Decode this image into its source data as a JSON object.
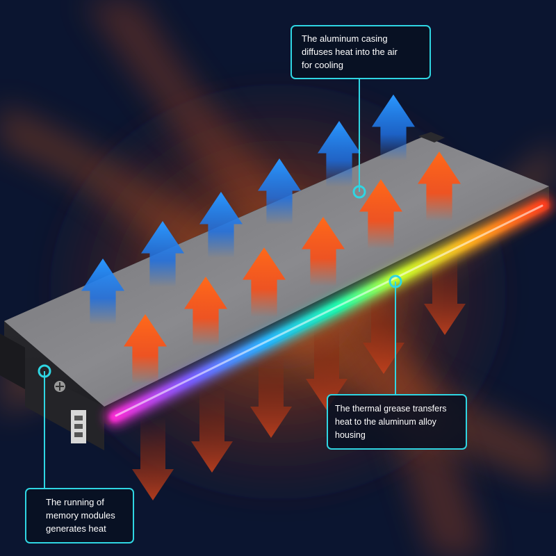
{
  "callouts": {
    "casing": "The aluminum casing\ndiffuses heat into the air\nfor cooling",
    "grease": "The thermal grease transfers\nheat to the aluminum alloy\nhousing",
    "modules": "The running of\nmemory modules\n generates heat"
  },
  "colors": {
    "background": "#0b1530",
    "callout_border": "#2fd6e3",
    "arrow_up_cool": "#1e8ff0",
    "arrow_up_hot": "#ff5a14",
    "arrow_down": "#b5391a"
  },
  "icons": [
    "heat-flow-arrow-icon",
    "callout-dot-icon",
    "connector-port-icon"
  ]
}
